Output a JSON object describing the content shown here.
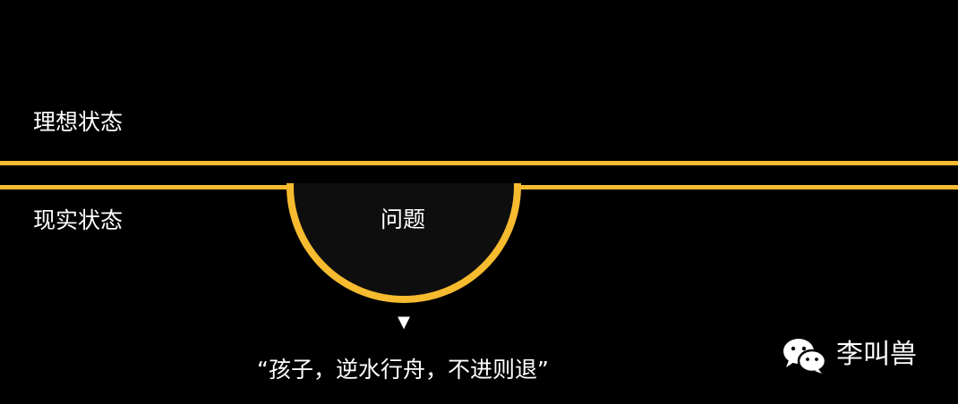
{
  "labels": {
    "ideal": "理想状态",
    "actual": "现实状态",
    "problem": "问题"
  },
  "arrow_glyph": "▼",
  "quote": "“孩子，逆水行舟，不进则退”",
  "watermark": {
    "icon": "wechat-icon",
    "name": "李叫兽"
  },
  "colors": {
    "background": "#000000",
    "accent": "#f6bb2f",
    "gap_fill": "#0e0e0e",
    "text": "#ffffff"
  }
}
